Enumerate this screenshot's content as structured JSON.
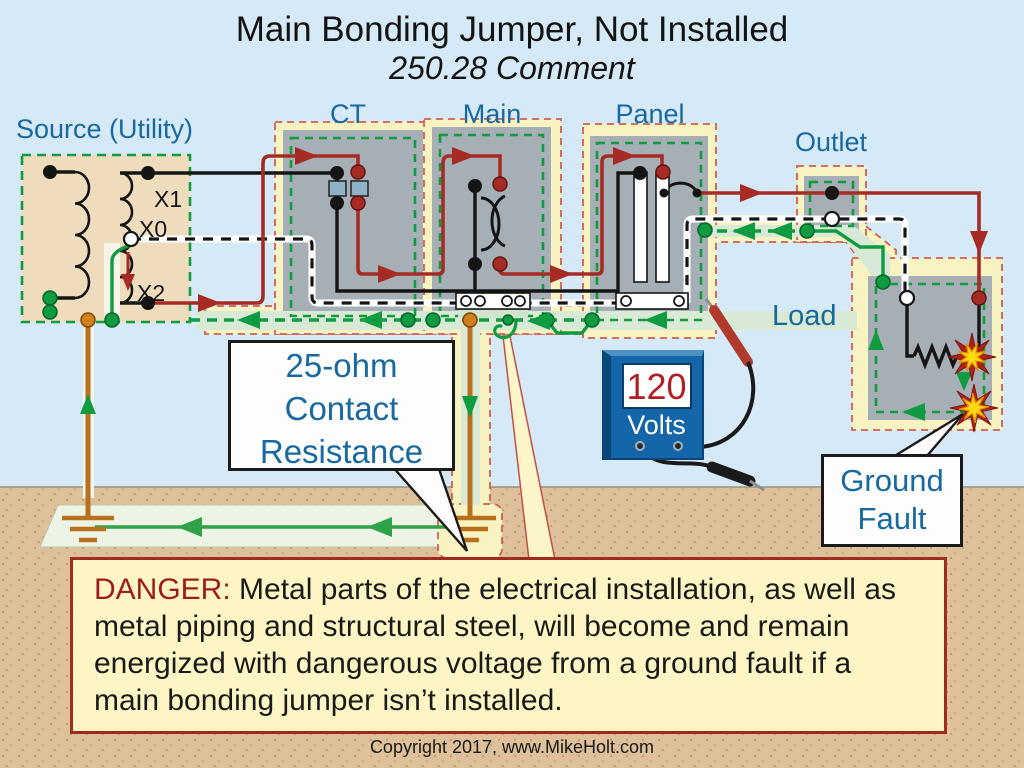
{
  "title": {
    "line1": "Main Bonding Jumper, Not Installed",
    "line2": "250.28 Comment"
  },
  "section_labels": {
    "source": "Source (Utility)",
    "ct": "CT",
    "main": "Main",
    "panel": "Panel",
    "outlet": "Outlet",
    "load": "Load"
  },
  "transformer": {
    "terminal_x1": "X1",
    "terminal_x0": "X0",
    "terminal_x2": "X2"
  },
  "callouts": {
    "resistance": {
      "line1": "25-ohm",
      "line2": "Contact",
      "line3": "Resistance"
    },
    "ground_fault": {
      "line1": "Ground",
      "line2": "Fault"
    }
  },
  "meter": {
    "reading": "120",
    "unit": "Volts"
  },
  "danger": {
    "label": "DANGER:",
    "text": " Metal parts of the electrical installation, as well as metal piping and structural steel, will become and remain energized with dangerous voltage from a ground fault if a main bonding jumper isn’t installed."
  },
  "footer": {
    "copyright": "Copyright 2017, www.MikeHolt.com"
  },
  "colors": {
    "sky": "#d6e9f6",
    "earth": "#dec09a",
    "energized_band_yellow": "#f9f3c2",
    "enclosure_gray": "#a6aeb6",
    "transformer_tan": "#eedcbc",
    "wire_hot_black": "#151515",
    "wire_fault_red": "#a62b25",
    "wire_ground_green": "#0f9b40",
    "boundary_red_dash": "#cd5f52",
    "label_blue": "#17699f",
    "danger_red": "#9c1c1c",
    "meter_blue": "#1566a8",
    "rod_brown": "#b9701d",
    "spark_yellow": "#ffd914"
  },
  "icons": {
    "ground_fault_spark": "star-burst",
    "earth_ground_symbol": "three-bar-ground",
    "current_direction": "arrowhead"
  }
}
